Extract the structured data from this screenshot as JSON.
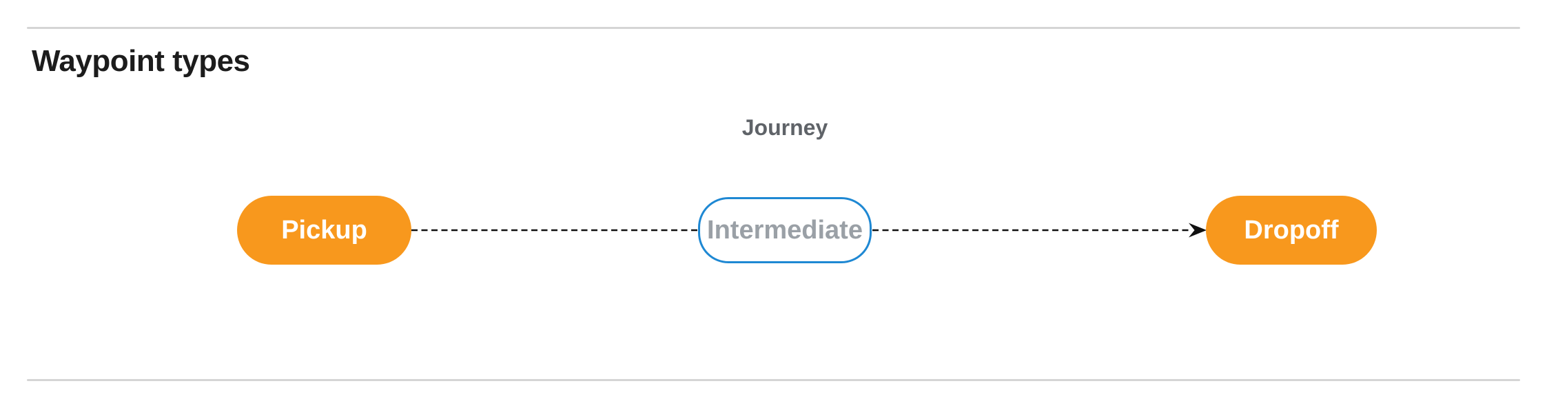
{
  "section": {
    "heading": "Waypoint types"
  },
  "diagram": {
    "title": "Journey",
    "nodes": [
      {
        "id": "pickup",
        "label": "Pickup",
        "style": "filled-orange"
      },
      {
        "id": "intermediate",
        "label": "Intermediate",
        "style": "outlined-blue"
      },
      {
        "id": "dropoff",
        "label": "Dropoff",
        "style": "filled-orange"
      }
    ],
    "edges": [
      {
        "from": "pickup",
        "to": "intermediate",
        "style": "dashed",
        "arrowhead": false
      },
      {
        "from": "intermediate",
        "to": "dropoff",
        "style": "dashed",
        "arrowhead": true
      }
    ],
    "colors": {
      "node_fill_orange": "#f8981d",
      "node_outline_blue": "#1e88d3",
      "node_text_white": "#ffffff",
      "node_text_gray": "#9aa0a6",
      "title_gray": "#5f6368",
      "heading_text": "#1c1c1c",
      "divider_gray": "#d5d5d5",
      "edge_black": "#111111"
    }
  }
}
